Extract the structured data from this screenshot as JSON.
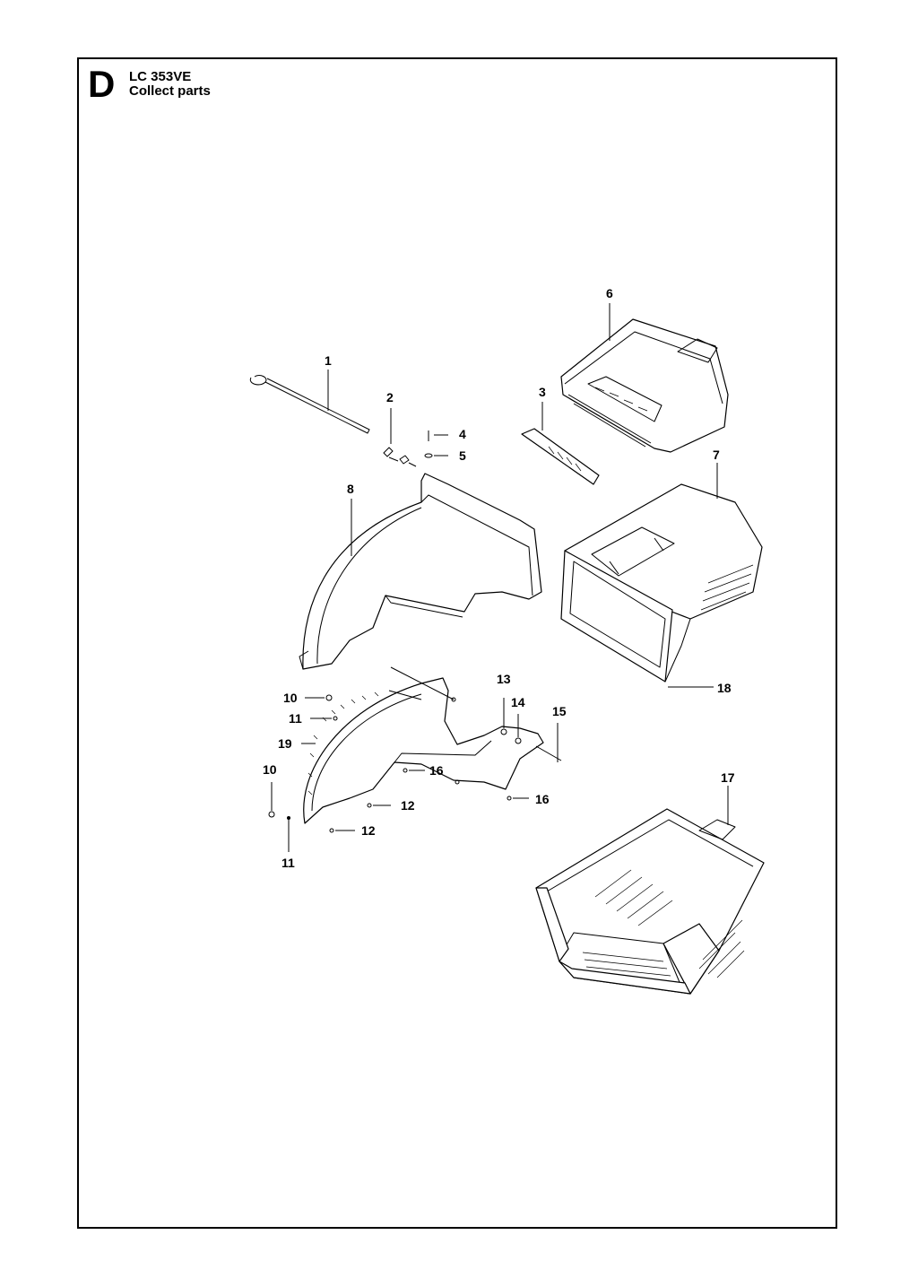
{
  "header": {
    "section_letter": "D",
    "model": "LC 353VE",
    "title": "Collect parts"
  },
  "callouts": {
    "c1": "1",
    "c2": "2",
    "c3": "3",
    "c4": "4",
    "c5": "5",
    "c6": "6",
    "c7": "7",
    "c8": "8",
    "c10a": "10",
    "c11a": "11",
    "c19": "19",
    "c10b": "10",
    "c11b": "11",
    "c12a": "12",
    "c12b": "12",
    "c13": "13",
    "c14": "14",
    "c15": "15",
    "c16a": "16",
    "c16b": "16",
    "c17": "17",
    "c18": "18"
  }
}
